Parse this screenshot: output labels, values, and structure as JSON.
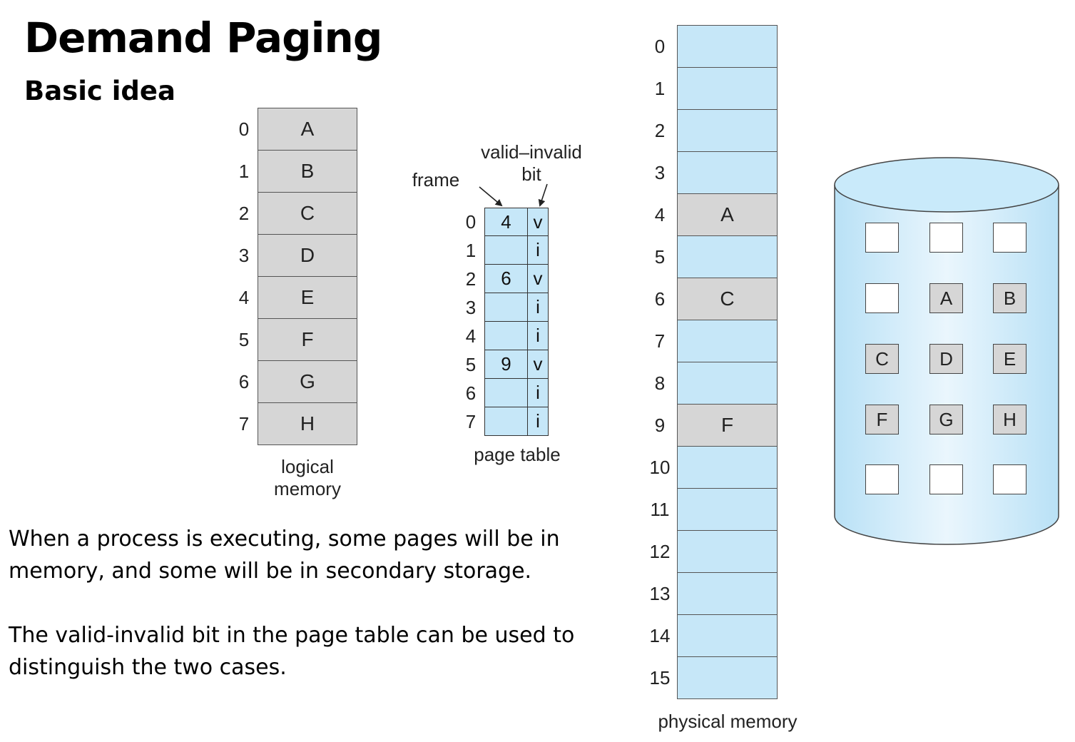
{
  "title": "Demand Paging",
  "subtitle": "Basic idea",
  "paragraphs": [
    "When a process is executing, some pages will be in memory, and some will be in secondary storage.",
    "The valid-invalid bit in the page table can be used to distinguish the two cases."
  ],
  "logical_memory": {
    "caption_line1": "logical",
    "caption_line2": "memory",
    "indices": [
      "0",
      "1",
      "2",
      "3",
      "4",
      "5",
      "6",
      "7"
    ],
    "pages": [
      "A",
      "B",
      "C",
      "D",
      "E",
      "F",
      "G",
      "H"
    ]
  },
  "page_table": {
    "caption": "page table",
    "frame_label": "frame",
    "bit_label_line1": "valid–invalid",
    "bit_label_line2": "bit",
    "indices": [
      "0",
      "1",
      "2",
      "3",
      "4",
      "5",
      "6",
      "7"
    ],
    "frames": [
      "4",
      "",
      "6",
      "",
      "",
      "9",
      "",
      ""
    ],
    "bits": [
      "v",
      "i",
      "v",
      "i",
      "i",
      "v",
      "i",
      "i"
    ]
  },
  "physical_memory": {
    "caption": "physical memory",
    "indices": [
      "0",
      "1",
      "2",
      "3",
      "4",
      "5",
      "6",
      "7",
      "8",
      "9",
      "10",
      "11",
      "12",
      "13",
      "14",
      "15"
    ],
    "frames": [
      "",
      "",
      "",
      "",
      "A",
      "",
      "C",
      "",
      "",
      "F",
      "",
      "",
      "",
      "",
      "",
      ""
    ]
  },
  "disk": {
    "slots": [
      "",
      "",
      "",
      "",
      "A",
      "B",
      "C",
      "D",
      "E",
      "F",
      "G",
      "H",
      "",
      "",
      ""
    ]
  },
  "colors": {
    "memory_fill": "#c6e7f8",
    "page_fill": "#d6d6d6",
    "disk_fill": "#d4ecf9"
  }
}
